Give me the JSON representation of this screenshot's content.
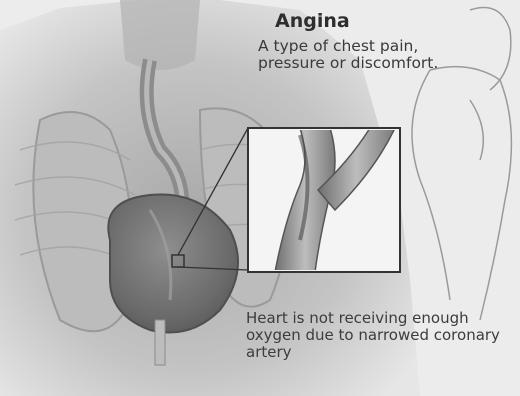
{
  "diagram": {
    "title": "Angina",
    "definition": "A type of chest pain, pressure or discomfort.",
    "annotation": "Heart is not receiving enough oxygen due to narrowed coronary artery"
  },
  "colors": {
    "background": "#ececec",
    "illustration": "#8a8a8a",
    "text": "#333333"
  }
}
